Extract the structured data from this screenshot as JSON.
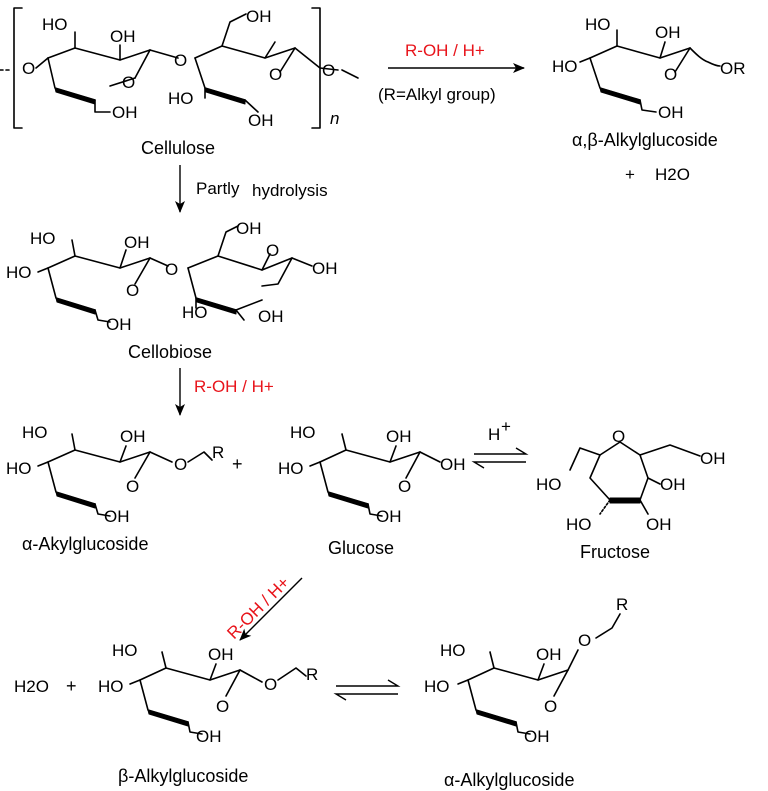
{
  "reagents": {
    "top_arrow": "R-OH / H+",
    "top_arrow_note": "(R=Alkyl group)",
    "hydrolysis": "Partly",
    "hydrolysis2": "hydrolysis",
    "second_arrow": "R-OH / H+",
    "diagonal_arrow": "R-OH / H+",
    "isomerization": "H",
    "isomerization_sup": "+"
  },
  "labels": {
    "cellulose": "Cellulose",
    "repeat_n": "n",
    "cellobiose": "Cellobiose",
    "alpha_beta_product": "α,β-Alkylglucoside",
    "plus_water": "+",
    "water_top": "H2O",
    "alpha_akyl": "α-Akylglucoside",
    "glucose": "Glucose",
    "fructose": "Fructose",
    "water_bottom": "H2O",
    "plus_bottom": "+",
    "beta_alkyl": "β-Alkylglucoside",
    "alpha_alkyl_bottom": "α-Alkylglucoside",
    "plus_mid": "+"
  },
  "atoms": {
    "OH": "OH",
    "HO": "HO",
    "O": "O",
    "OR": "OR",
    "R": "R"
  },
  "colors": {
    "reagent": "#e8141b",
    "text": "#000000"
  }
}
